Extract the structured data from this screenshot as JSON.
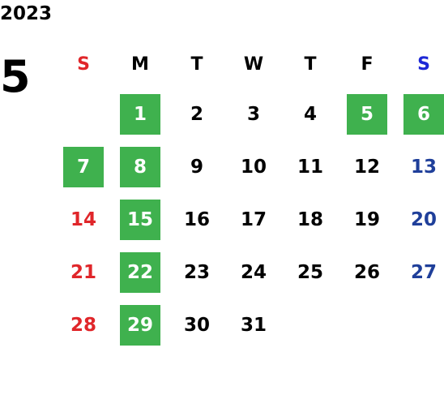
{
  "calendar": {
    "year": "2023",
    "month": "5",
    "weekdays": [
      "S",
      "M",
      "T",
      "W",
      "T",
      "F",
      "S"
    ],
    "first_weekday_index": 1,
    "days": [
      {
        "d": "1",
        "holiday": true
      },
      {
        "d": "2",
        "holiday": false
      },
      {
        "d": "3",
        "holiday": false
      },
      {
        "d": "4",
        "holiday": false
      },
      {
        "d": "5",
        "holiday": true
      },
      {
        "d": "6",
        "holiday": true
      },
      {
        "d": "7",
        "holiday": true
      },
      {
        "d": "8",
        "holiday": true
      },
      {
        "d": "9",
        "holiday": false
      },
      {
        "d": "10",
        "holiday": false
      },
      {
        "d": "11",
        "holiday": false
      },
      {
        "d": "12",
        "holiday": false
      },
      {
        "d": "13",
        "holiday": false
      },
      {
        "d": "14",
        "holiday": false
      },
      {
        "d": "15",
        "holiday": true
      },
      {
        "d": "16",
        "holiday": false
      },
      {
        "d": "17",
        "holiday": false
      },
      {
        "d": "18",
        "holiday": false
      },
      {
        "d": "19",
        "holiday": false
      },
      {
        "d": "20",
        "holiday": false
      },
      {
        "d": "21",
        "holiday": false
      },
      {
        "d": "22",
        "holiday": true
      },
      {
        "d": "23",
        "holiday": false
      },
      {
        "d": "24",
        "holiday": false
      },
      {
        "d": "25",
        "holiday": false
      },
      {
        "d": "26",
        "holiday": false
      },
      {
        "d": "27",
        "holiday": false
      },
      {
        "d": "28",
        "holiday": false
      },
      {
        "d": "29",
        "holiday": true
      },
      {
        "d": "30",
        "holiday": false
      },
      {
        "d": "31",
        "holiday": false
      }
    ]
  },
  "colors": {
    "highlight": "#3fb14e",
    "sunday": "#e0262a",
    "saturday": "#1f3f9a",
    "saturday_header": "#1d28d6"
  }
}
